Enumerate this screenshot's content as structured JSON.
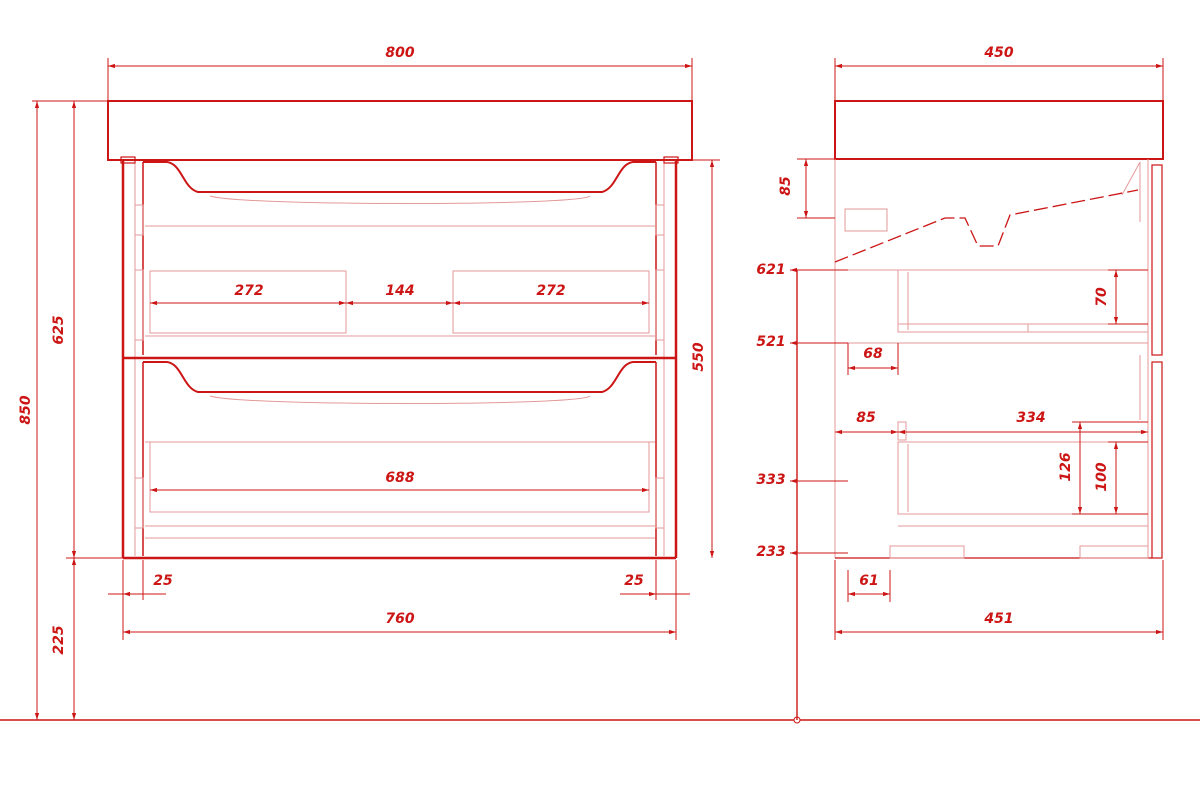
{
  "colors": {
    "line": "#cc1515",
    "faint": "#e49a9a",
    "background": "#ffffff"
  },
  "front_view": {
    "dims": {
      "top_width": "800",
      "inner_width": "760",
      "drawer_left": "272",
      "drawer_middle": "144",
      "drawer_right": "272",
      "lower_drawer": "688",
      "left_offset": "25",
      "right_offset": "25",
      "total_height": "850",
      "body_height": "625",
      "leg_height": "225",
      "front_height": "550"
    }
  },
  "side_view": {
    "dims": {
      "top_depth": "450",
      "bottom_depth": "451",
      "top_gap": "85",
      "level_621": "621",
      "level_521": "521",
      "level_333": "333",
      "level_233": "233",
      "offset_68": "68",
      "offset_85": "85",
      "offset_61": "61",
      "drawer_depth": "334",
      "height_70": "70",
      "height_126": "126",
      "height_100": "100"
    }
  }
}
